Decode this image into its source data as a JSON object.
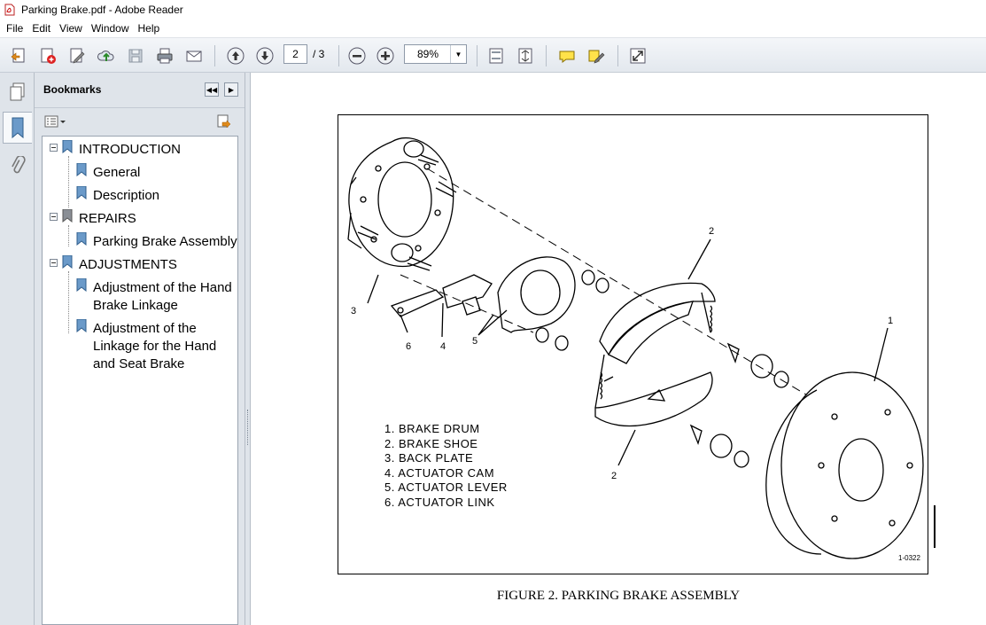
{
  "window": {
    "title": "Parking Brake.pdf - Adobe Reader",
    "app_icon": "pdf-icon"
  },
  "menu": [
    "File",
    "Edit",
    "View",
    "Window",
    "Help"
  ],
  "toolbar": {
    "page_current": "2",
    "page_total": "/ 3",
    "zoom": "89%"
  },
  "bookmarks": {
    "header": "Bookmarks",
    "items": [
      {
        "label": "INTRODUCTION"
      },
      {
        "label": "General"
      },
      {
        "label": "Description"
      },
      {
        "label": "REPAIRS"
      },
      {
        "label": "Parking Brake Assembly"
      },
      {
        "label": "ADJUSTMENTS"
      },
      {
        "label_line1": "Adjustment of the Hand",
        "label_line2": "Brake Linkage"
      },
      {
        "label_line1": "Adjustment of the",
        "label_line2": "Linkage for the Hand",
        "label_line3": "and Seat Brake"
      }
    ]
  },
  "document": {
    "legend": [
      "1. BRAKE DRUM",
      "2. BRAKE SHOE",
      "3. BACK PLATE",
      "4. ACTUATOR CAM",
      "5. ACTUATOR LEVER",
      "6. ACTUATOR LINK"
    ],
    "callouts": [
      "1",
      "2",
      "2",
      "3",
      "4",
      "5",
      "6"
    ],
    "figure_code": "1-0322",
    "caption": "FIGURE 2. PARKING BRAKE ASSEMBLY"
  }
}
